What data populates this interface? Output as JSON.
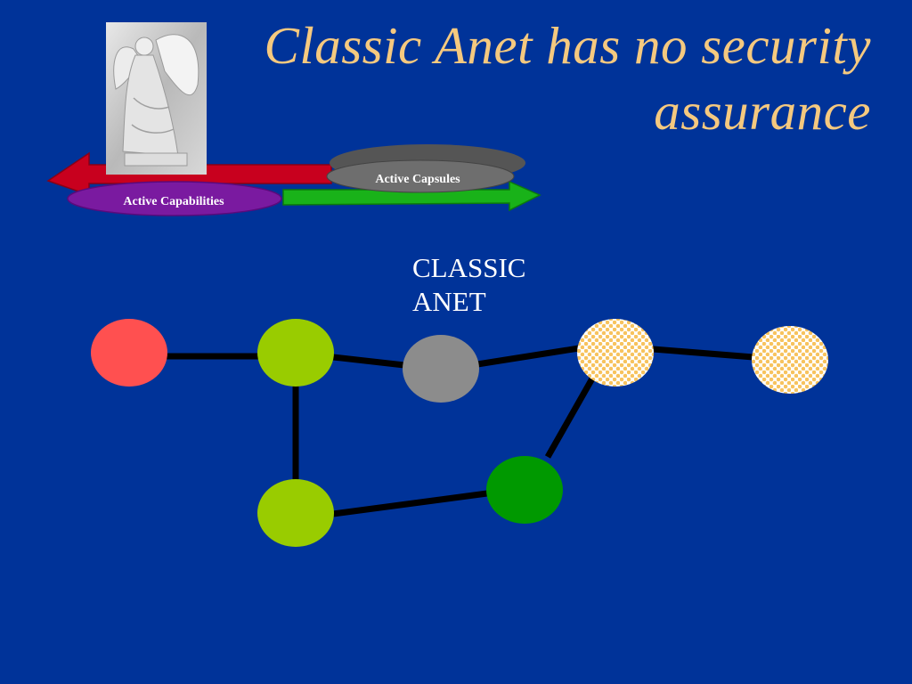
{
  "slide": {
    "title_line1": "Classic Anet has no security",
    "title_line2": "assurance",
    "network_label_line1": "CLASSIC",
    "network_label_line2": "ANET"
  },
  "logo": {
    "capsules_label": "Active Capsules",
    "capabilities_label": "Active Capabilities",
    "image": "angel-statue-photo"
  },
  "network": {
    "nodes": [
      {
        "id": "n1",
        "color": "#ff5050",
        "pattern": "solid"
      },
      {
        "id": "n2",
        "color": "#99cc00",
        "pattern": "solid"
      },
      {
        "id": "n3",
        "color": "#8c8c8c",
        "pattern": "solid"
      },
      {
        "id": "n4",
        "color": "#ffcc66",
        "pattern": "checker"
      },
      {
        "id": "n5",
        "color": "#ffcc66",
        "pattern": "checker"
      },
      {
        "id": "n6",
        "color": "#99cc00",
        "pattern": "solid"
      },
      {
        "id": "n7",
        "color": "#009900",
        "pattern": "solid"
      }
    ],
    "links": [
      [
        "n1",
        "n2"
      ],
      [
        "n2",
        "n3"
      ],
      [
        "n3",
        "n4"
      ],
      [
        "n4",
        "n5"
      ],
      [
        "n2",
        "n6"
      ],
      [
        "n6",
        "n7"
      ],
      [
        "n7",
        "n4"
      ]
    ]
  },
  "colors": {
    "background": "#003399",
    "title": "#f5c97f",
    "label": "#ffffff",
    "link": "#000000"
  }
}
